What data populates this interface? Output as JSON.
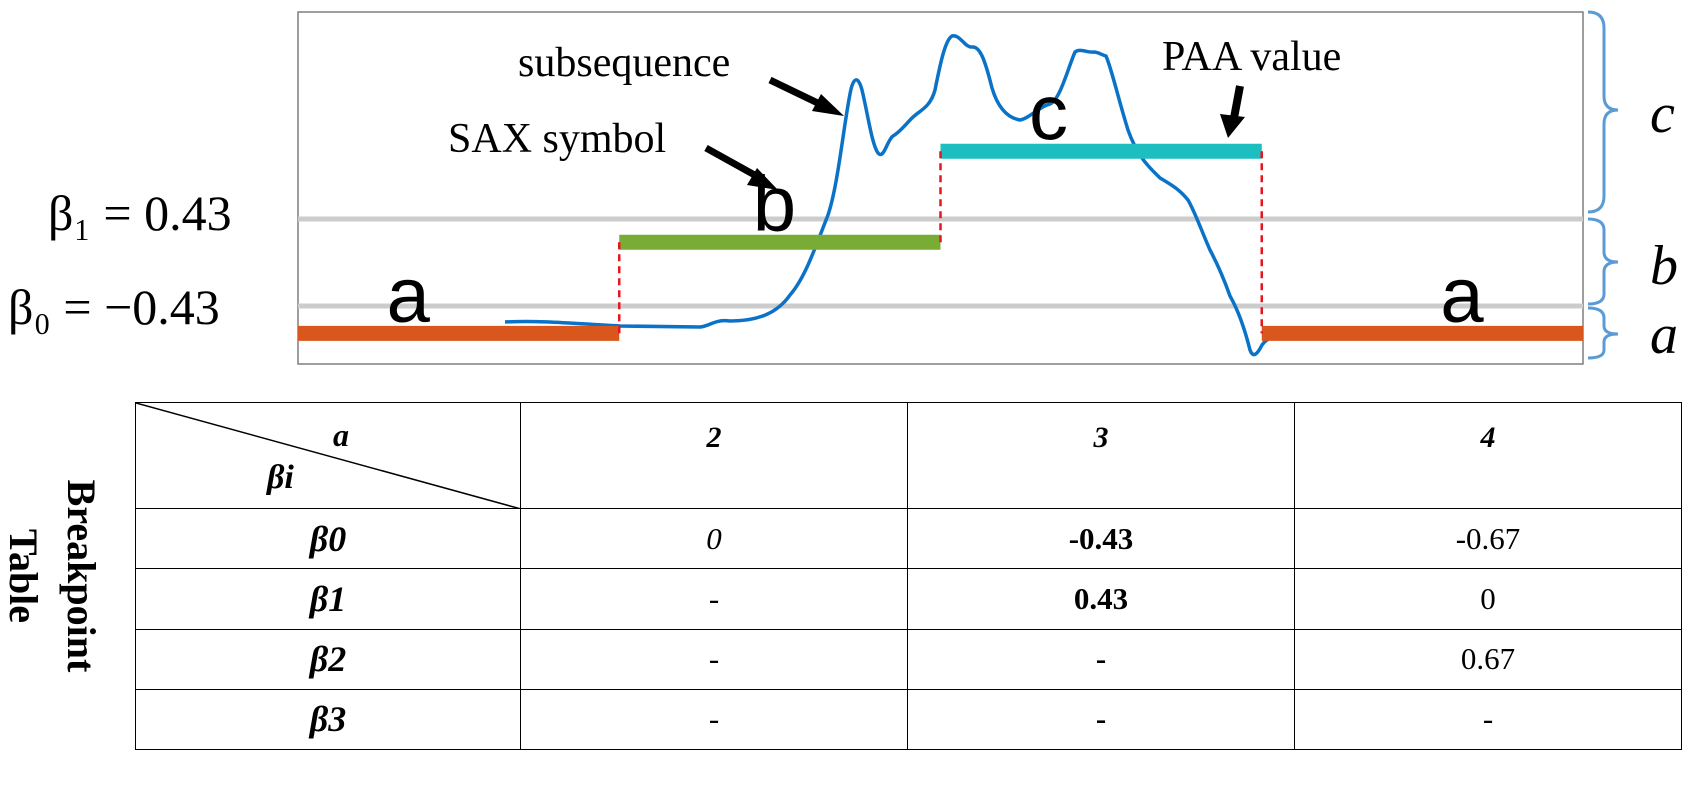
{
  "chart": {
    "breakpoints": [
      {
        "label": "β₀ = −0.43",
        "value": -0.43
      },
      {
        "label": "β₁ = 0.43",
        "value": 0.43
      }
    ],
    "segments": [
      {
        "symbol": "a",
        "paa": -0.7,
        "color": "#d9571c"
      },
      {
        "symbol": "b",
        "paa": 0.2,
        "color": "#78ac35"
      },
      {
        "symbol": "c",
        "paa": 1.1,
        "color": "#1cbec0"
      },
      {
        "symbol": "a",
        "paa": -0.7,
        "color": "#d9571c"
      }
    ],
    "annotations": {
      "subsequence": "subsequence",
      "sax_symbol": "SAX symbol",
      "paa_value": "PAA value"
    },
    "regions": [
      "c",
      "b",
      "a"
    ],
    "colors": {
      "series": "#0a72c7",
      "breakpoint": "#cccccc",
      "connector": "#e8141e",
      "brace": "#5b9bd5",
      "frame": "#7f7f7f"
    }
  },
  "table": {
    "title": "Breakpoint\nTable",
    "corner_col_label": "a",
    "corner_row_label": "βi",
    "columns": [
      "2",
      "3",
      "4"
    ],
    "rows": [
      {
        "label": "β0",
        "cells": [
          "0",
          "-0.43",
          "-0.67"
        ]
      },
      {
        "label": "β1",
        "cells": [
          "-",
          "0.43",
          "0"
        ]
      },
      {
        "label": "β2",
        "cells": [
          "-",
          "-",
          "0.67"
        ]
      },
      {
        "label": "β3",
        "cells": [
          "-",
          "-",
          "-"
        ]
      }
    ]
  }
}
